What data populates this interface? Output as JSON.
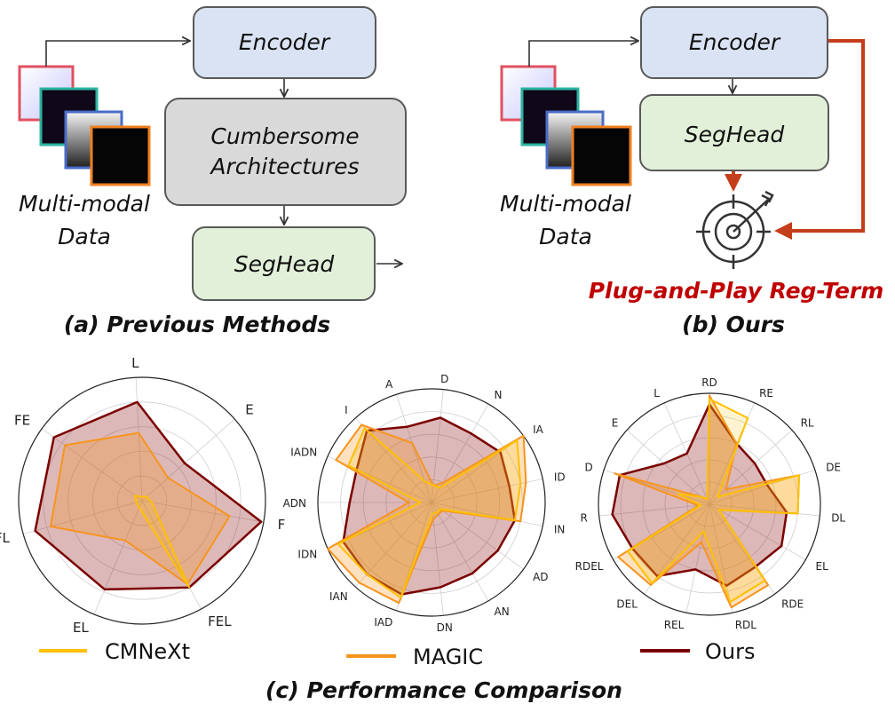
{
  "diagram": {
    "left": {
      "encoder": "Encoder",
      "middle": "Cumbersome",
      "middle2": "Architectures",
      "seghead": "SegHead",
      "data_label_1": "Multi-modal",
      "data_label_2": "Data",
      "caption": "(a)  Previous Methods"
    },
    "right": {
      "encoder": "Encoder",
      "seghead": "SegHead",
      "data_label_1": "Multi-modal",
      "data_label_2": "Data",
      "plug": "Plug-and-Play Reg-Term",
      "caption": "(b)  Ours"
    },
    "bottom_caption": "(c)  Performance Comparison",
    "colors": {
      "encoder_fill": "#dae3f3",
      "middle_fill": "#d9d9d9",
      "seghead_fill": "#e2f0d9",
      "box_stroke": "#595959",
      "reg_arrow": "#c43e1c",
      "cmnext": "#ffc000",
      "magic": "#f7941d",
      "ours": "#7b0000"
    },
    "legend": [
      "CMNeXt",
      "MAGIC",
      "Ours"
    ]
  },
  "chart_data": [
    {
      "type": "radar",
      "axes": [
        "F",
        "E",
        "L",
        "FE",
        "FL",
        "EL",
        "FEL"
      ],
      "series": [
        {
          "name": "CMNeXt",
          "values": [
            0.08,
            0.05,
            0.03,
            0.07,
            0.05,
            0.06,
            0.8
          ]
        },
        {
          "name": "MAGIC",
          "values": [
            0.72,
            0.28,
            0.55,
            0.77,
            0.77,
            0.35,
            0.77
          ]
        },
        {
          "name": "Ours",
          "values": [
            0.98,
            0.46,
            0.8,
            0.88,
            0.9,
            0.78,
            0.8
          ]
        }
      ]
    },
    {
      "type": "radar",
      "axes": [
        "N",
        "D",
        "A",
        "I",
        "IADN",
        "ADN",
        "IDN",
        "IAN",
        "IAD",
        "DN",
        "AN",
        "AD",
        "IN",
        "ID",
        "IA"
      ],
      "series": [
        {
          "name": "CMNeXt",
          "values": [
            0.15,
            0.15,
            0.2,
            0.88,
            0.8,
            0.1,
            0.9,
            0.85,
            0.88,
            0.1,
            0.1,
            0.1,
            0.75,
            0.8,
            0.93
          ]
        },
        {
          "name": "MAGIC",
          "values": [
            0.2,
            0.15,
            0.55,
            0.92,
            0.92,
            0.2,
            1.0,
            0.95,
            0.93,
            0.15,
            0.12,
            0.12,
            0.8,
            0.85,
            1.0
          ]
        },
        {
          "name": "Ours",
          "values": [
            0.7,
            0.75,
            0.7,
            0.85,
            0.72,
            0.72,
            0.85,
            0.85,
            0.85,
            0.75,
            0.72,
            0.72,
            0.75,
            0.7,
            0.75
          ]
        }
      ]
    },
    {
      "type": "radar",
      "axes": [
        "RD",
        "L",
        "E",
        "D",
        "R",
        "RDEL",
        "DEL",
        "REL",
        "RDL",
        "RDE",
        "EL",
        "DL",
        "DE",
        "RL",
        "RE"
      ],
      "series": [
        {
          "name": "CMNeXt",
          "values": [
            0.95,
            0.05,
            0.1,
            0.3,
            0.08,
            0.85,
            0.88,
            0.25,
            0.9,
            0.85,
            0.1,
            0.8,
            0.85,
            0.1,
            0.85
          ]
        },
        {
          "name": "MAGIC",
          "values": [
            0.98,
            0.05,
            0.1,
            0.9,
            0.1,
            0.95,
            0.9,
            0.35,
            0.95,
            0.9,
            0.1,
            0.8,
            0.85,
            0.2,
            0.6
          ]
        },
        {
          "name": "Ours",
          "values": [
            0.9,
            0.5,
            0.55,
            0.85,
            0.88,
            0.8,
            0.8,
            0.6,
            0.75,
            0.7,
            0.75,
            0.7,
            0.55,
            0.55,
            0.6
          ]
        }
      ]
    }
  ]
}
